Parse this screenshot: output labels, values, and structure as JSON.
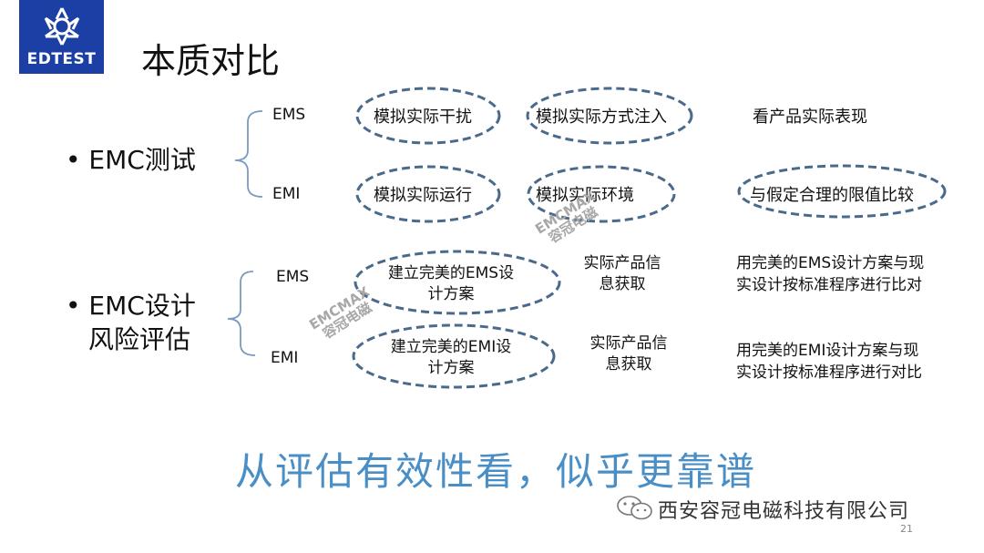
{
  "logo": {
    "text": "EDTEST",
    "icon": "star-knot-logo"
  },
  "title": "本质对比",
  "section1": {
    "bullet": "•",
    "label": "EMC测试",
    "rows": [
      {
        "tag": "EMS",
        "items": [
          "模拟实际干扰",
          "模拟实际方式注入",
          "看产品实际表现"
        ]
      },
      {
        "tag": "EMI",
        "items": [
          "模拟实际运行",
          "模拟实际环境",
          "与假定合理的限值比较"
        ]
      }
    ]
  },
  "section2": {
    "bullet": "•",
    "label_line1": "EMC设计",
    "label_line2": "风险评估",
    "rows": [
      {
        "tag": "EMS",
        "design_l1": "建立完美的EMS设",
        "design_l2": "计方案",
        "info_l1": "实际产品信",
        "info_l2": "息获取",
        "compare_l1": "用完美的EMS设计方案与现",
        "compare_l2": "实设计按标准程序进行比对"
      },
      {
        "tag": "EMI",
        "design_l1": "建立完美的EMI设",
        "design_l2": "计方案",
        "info_l1": "实际产品信",
        "info_l2": "息获取",
        "compare_l1": "用完美的EMI设计方案与现",
        "compare_l2": "实设计按标准程序进行对比"
      }
    ]
  },
  "watermark": {
    "line1": "EMCMAX",
    "line2": "容冠电磁"
  },
  "slogan": "从评估有效性看，似乎更靠谱",
  "company": "西安容冠电磁科技有限公司",
  "page_number": "21",
  "colors": {
    "brand": "#1b3fa4",
    "ellipse": "#4a6a8c",
    "slogan": "#4a8ec6",
    "bracket": "#7a9cc0"
  }
}
